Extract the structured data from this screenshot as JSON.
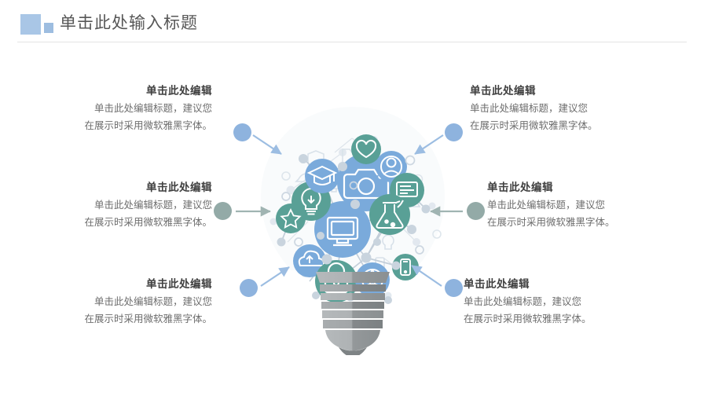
{
  "header": {
    "title": "单击此处输入标题",
    "accent_color": "#a9c6e6",
    "title_color": "#575757"
  },
  "blocks": [
    {
      "id": "top-left",
      "align": "right",
      "heading": "单击此处编辑",
      "line1": "单击此处编辑标题，建议您",
      "line2": "在展示时采用微软雅黑字体。",
      "marker_color": "#8eb3de",
      "arrow": "diagonal-down-right"
    },
    {
      "id": "middle-left",
      "align": "right",
      "heading": "单击此处编辑",
      "line1": "单击此处编辑标题，建议您",
      "line2": "在展示时采用微软雅黑字体。",
      "marker_color": "#93aaa7",
      "arrow": "right"
    },
    {
      "id": "bottom-left",
      "align": "right",
      "heading": "单击此处编辑",
      "line1": "单击此处编辑标题，建议您",
      "line2": "在展示时采用微软雅黑字体。",
      "marker_color": "#8eb3de",
      "arrow": "diagonal-up-right"
    },
    {
      "id": "top-right",
      "align": "left",
      "heading": "单击此处编辑",
      "line1": "单击此处编辑标题，建议您",
      "line2": "在展示时采用微软雅黑字体。",
      "marker_color": "#8eb3de",
      "arrow": "diagonal-down-left"
    },
    {
      "id": "middle-right",
      "align": "left",
      "heading": "单击此处编辑",
      "line1": "单击此处编辑标题，建议您",
      "line2": "在展示时采用微软雅黑字体。",
      "marker_color": "#93aaa7",
      "arrow": "left"
    },
    {
      "id": "bottom-right",
      "align": "left",
      "heading": "单击此处编辑",
      "line1": "单击此处编辑标题，建议您",
      "line2": "在展示时采用微软雅黑字体。",
      "marker_color": "#8eb3de",
      "arrow": "diagonal-up-left"
    }
  ],
  "graphic": {
    "name": "lightbulb-network-illustration",
    "palette": {
      "blue_strong": "#6fa3d6",
      "blue_soft": "#9bc0e3",
      "teal_strong": "#5a9e94",
      "teal_soft": "#8fbdb4",
      "ghost": "#e3e9f0",
      "line": "#c9d3dd",
      "base_light": "#b9bcbd",
      "base_mid": "#9b9fa1",
      "base_dark": "#7e8385"
    },
    "icons": [
      "camera-icon",
      "monitor-icon",
      "graduation-cap-icon",
      "lightbulb-icon",
      "star-icon",
      "cloud-upload-icon",
      "shield-icon",
      "user-icon",
      "lock-icon",
      "globe-icon",
      "flask-icon",
      "tv-icon",
      "heart-icon",
      "mobile-icon",
      "document-icon",
      "folder-icon",
      "battery-icon"
    ]
  }
}
